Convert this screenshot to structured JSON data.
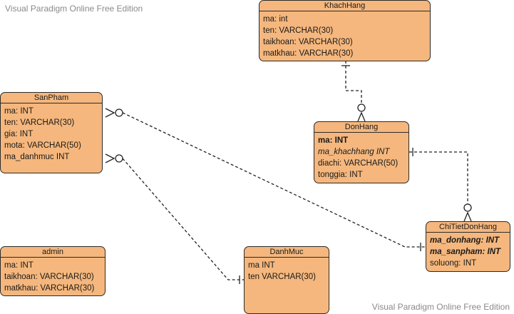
{
  "watermark": {
    "top": "Visual Paradigm Online Free Edition",
    "bottom": "Visual Paradigm Online Free Edition"
  },
  "entities": {
    "khachhang": {
      "title": "KhachHang",
      "attrs": [
        "ma: int",
        "ten: VARCHAR(30)",
        "taikhoan: VARCHAR(30)",
        "matkhau: VARCHAR(30)"
      ]
    },
    "sanpham": {
      "title": "SanPham",
      "attrs": [
        "ma: INT",
        "ten: VARCHAR(30)",
        "gia: INT",
        "mota: VARCHAR(50)",
        "ma_danhmuc INT"
      ]
    },
    "donhang": {
      "title": "DonHang",
      "attrs": [
        "ma: INT",
        "ma_khachhang INT",
        "diachi: VARCHAR(50)",
        "tonggia: INT"
      ]
    },
    "chitietdonhang": {
      "title": "ChiTietDonHang",
      "attrs": [
        "ma_donhang: INT",
        "ma_sanpham: INT",
        "soluong: INT"
      ]
    },
    "admin": {
      "title": "admin",
      "attrs": [
        "ma: INT",
        "taikhoan: VARCHAR(30)",
        "matkhau: VARCHAR(30)"
      ]
    },
    "danhmuc": {
      "title": "DanhMuc",
      "attrs": [
        "ma INT",
        "ten VARCHAR(30)"
      ]
    }
  },
  "colors": {
    "entity_fill": "#f5b77d",
    "stroke": "#2b2b2b",
    "watermark": "#8a8a8a"
  }
}
